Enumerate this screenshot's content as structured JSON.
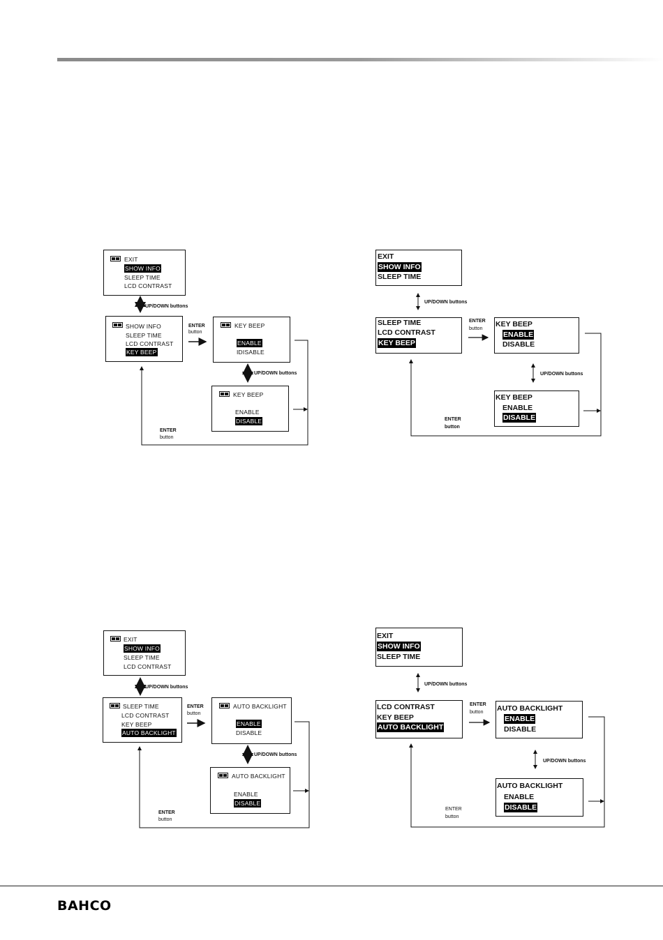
{
  "footer": {
    "brand": "BAHCO"
  },
  "labels": {
    "up_down": "UP/DOWN buttons",
    "enter": "ENTER",
    "button": "button"
  },
  "diagram1": {
    "box1": [
      "EXIT",
      "SHOW INFO",
      "SLEEP TIME",
      "LCD CONTRAST"
    ],
    "box2": [
      "SHOW INFO",
      "SLEEP TIME",
      "LCD CONTRAST",
      "KEY BEEP"
    ],
    "box3": {
      "title": "KEY BEEP",
      "opt1": "ENABLE",
      "opt2": "IDISABLE"
    },
    "box4": {
      "title": "KEY BEEP",
      "opt1": "ENABLE",
      "opt2": "DISABLE"
    }
  },
  "diagram2": {
    "box1": [
      "EXIT",
      "SHOW INFO",
      "SLEEP TIME"
    ],
    "box2": [
      "SLEEP TIME",
      "LCD CONTRAST",
      "KEY BEEP"
    ],
    "box3": {
      "title": "KEY BEEP",
      "opt1": "ENABLE",
      "opt2": "DISABLE"
    },
    "box4": {
      "title": "KEY BEEP",
      "opt1": "ENABLE",
      "opt2": "DISABLE"
    }
  },
  "diagram3": {
    "box1": [
      "EXIT",
      "SHOW INFO",
      "SLEEP TIME",
      "LCD  CONTRAST"
    ],
    "box2": [
      "SLEEP TIME",
      "LCD CONTRAST",
      "KEY BEEP",
      "AUTO BACKLIGHT"
    ],
    "box3": {
      "title": "AUTO BACKLIGHT",
      "opt1": "ENABLE",
      "opt2": "DISABLE"
    },
    "box4": {
      "title": "AUTO BACKLIGHT",
      "opt1": "ENABLE",
      "opt2": "DISABLE"
    }
  },
  "diagram4": {
    "box1": [
      "EXIT",
      "SHOW INFO",
      "SLEEP TIME"
    ],
    "box2": [
      "LCD CONTRAST",
      "KEY BEEP",
      "AUTO BACKLIGHT"
    ],
    "box3": {
      "title": "AUTO BACKLIGHT",
      "opt1": "ENABLE",
      "opt2": "DISABLE"
    },
    "box4": {
      "title": "AUTO BACKLIGHT",
      "opt1": "ENABLE",
      "opt2": "DISABLE"
    }
  }
}
